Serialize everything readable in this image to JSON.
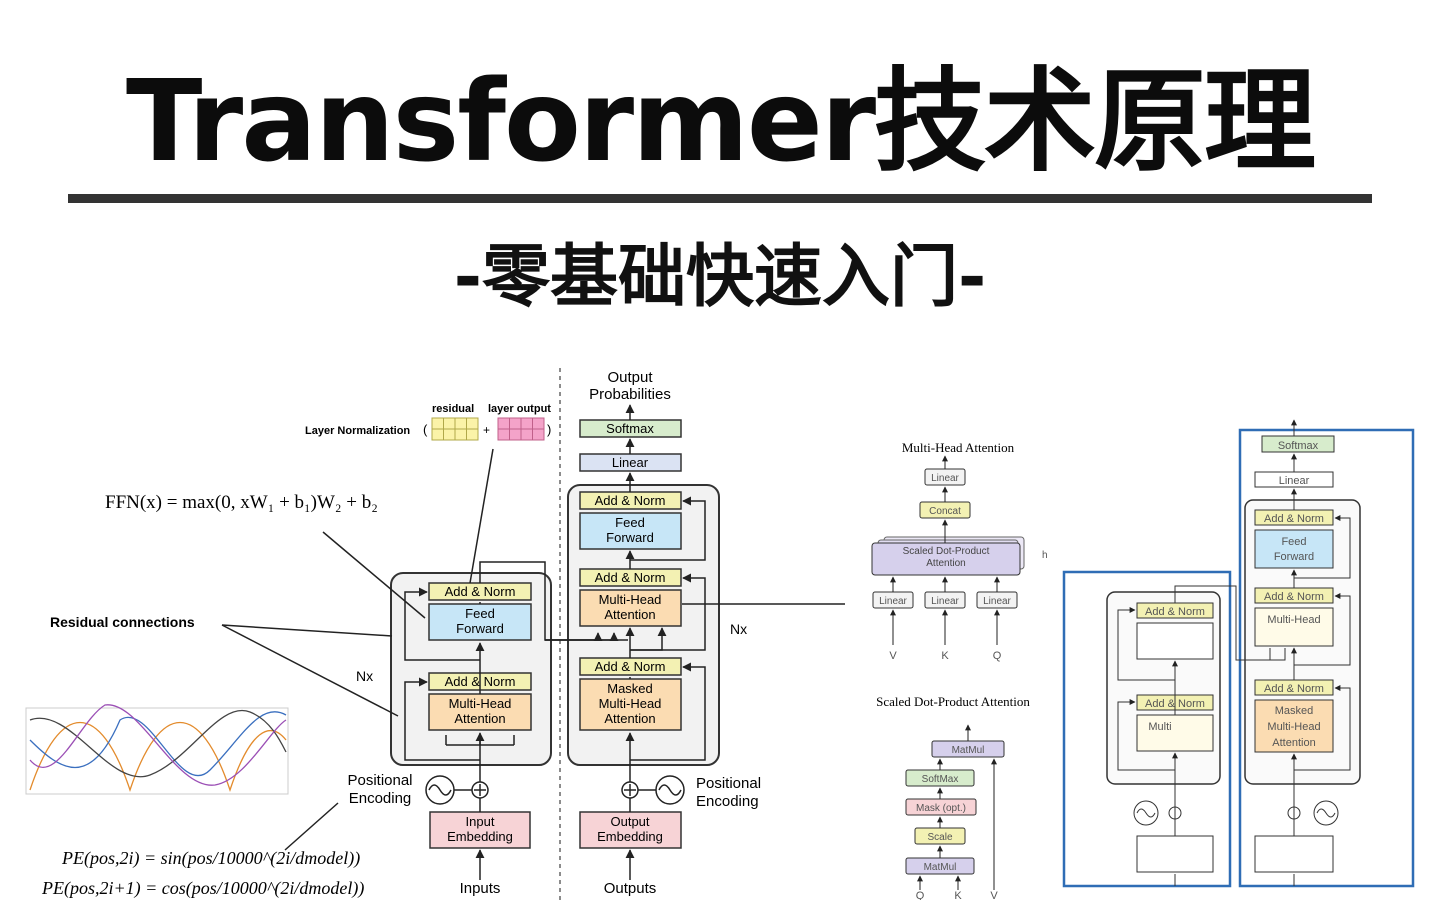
{
  "header": {
    "title": "Transformer技术原理",
    "subtitle": "-零基础快速入门-"
  },
  "main_diagram": {
    "output_probabilities": [
      "Output",
      "Probabilities"
    ],
    "softmax": "Softmax",
    "linear": "Linear",
    "add_norm": "Add & Norm",
    "feed_forward": [
      "Feed",
      "Forward"
    ],
    "multi_head_attention": [
      "Multi-Head",
      "Attention"
    ],
    "masked_multi_head_attention": [
      "Masked",
      "Multi-Head",
      "Attention"
    ],
    "input_embedding": [
      "Input",
      "Embedding"
    ],
    "output_embedding": [
      "Output",
      "Embedding"
    ],
    "positional_encoding": [
      "Positional",
      "Encoding"
    ],
    "inputs": "Inputs",
    "outputs": "Outputs",
    "nx": "Nx"
  },
  "annotations": {
    "layer_normalization": "Layer Normalization",
    "residual": "residual",
    "layer_output": "layer output",
    "ffn_formula": "FFN(x) = max(0, xW₁ + b₁)W₂ + b₂",
    "residual_connections": "Residual connections",
    "pe_sin": "PE(pos,2i) = sin(pos/10000^(2i/dmodel))",
    "pe_cos": "PE(pos,2i+1) = cos(pos/10000^(2i/dmodel))"
  },
  "mha_diagram": {
    "title": "Multi-Head Attention",
    "linear": "Linear",
    "concat": "Concat",
    "sdpa": [
      "Scaled Dot-Product",
      "Attention"
    ],
    "h": "h",
    "inputs": [
      "V",
      "K",
      "Q"
    ]
  },
  "sdpa_diagram": {
    "title": "Scaled Dot-Product Attention",
    "matmul": "MatMul",
    "softmax": "SoftMax",
    "mask": "Mask (opt.)",
    "scale": "Scale",
    "inputs": [
      "Q",
      "K",
      "V"
    ]
  },
  "right_diagram": {
    "softmax": "Softmax",
    "linear": "Linear",
    "add_norm": "Add & Norm",
    "feed_forward": [
      "Feed",
      "Forward"
    ],
    "multi_head": "Multi-Head",
    "multi": "Multi",
    "masked_attention": [
      "Masked",
      "Multi-Head",
      "Attention"
    ]
  },
  "colors": {
    "add_norm": "#f3f1b3",
    "feed_forward": "#c7e6f7",
    "attention": "#fbdcb2",
    "embedding": "#f7d3d6",
    "linear": "#dbe3f3",
    "softmax": "#d7eccc",
    "frame_blue": "#2f6db5",
    "sdpa_box": "#d6d0ec"
  }
}
